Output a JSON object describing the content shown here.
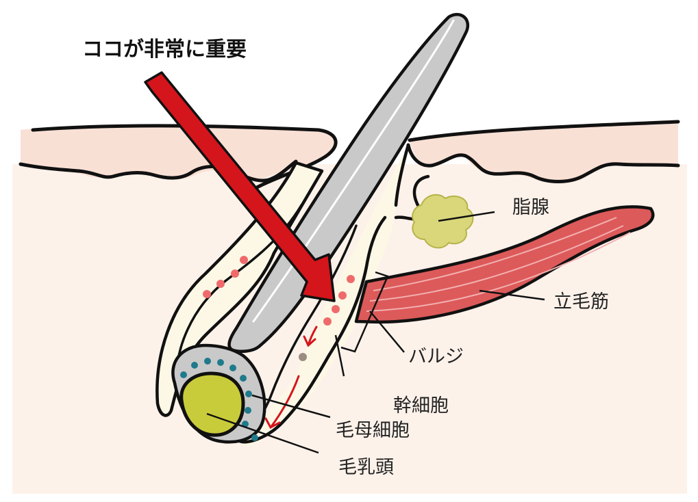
{
  "title": "ココが非常に重要",
  "labels": {
    "sebaceous_gland": "脂腺",
    "arrector_pili": "立毛筋",
    "bulge": "バルジ",
    "stem_cell": "幹細胞",
    "matrix_cell": "毛母細胞",
    "dermal_papilla": "毛乳頭"
  },
  "colors": {
    "outline": "#111111",
    "arrow": "#d4151b",
    "skin_surface": "#f9e0d5",
    "dermis": "#fdf2ea",
    "sheath": "#fdf8e6",
    "hair": "#c9c9c9",
    "papilla": "#c9cc3a",
    "gland": "#d9d77a",
    "muscle": "#dd5a5a",
    "matrix_dots": "#1f7a8c",
    "stem_dots": "#ef6b6b",
    "stem_cell_dot": "#9a8c80"
  }
}
